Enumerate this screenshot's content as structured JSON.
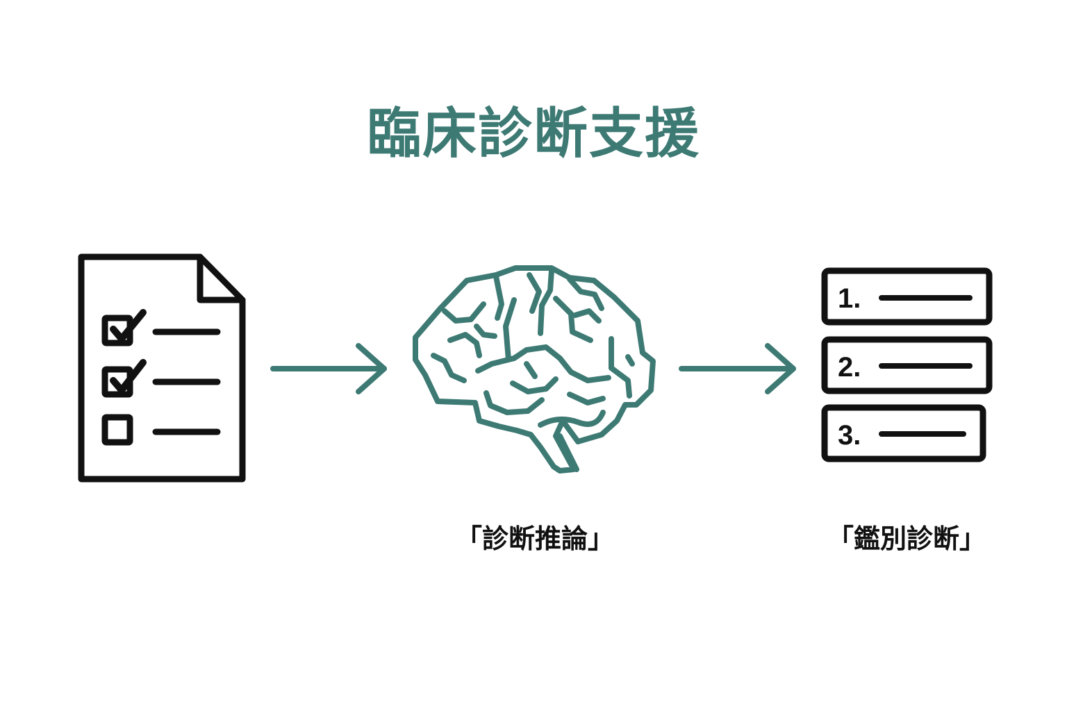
{
  "title": "臨床診断支援",
  "colors": {
    "accent": "#3e7a74",
    "ink": "#111111",
    "background": "#ffffff"
  },
  "icons": {
    "input": "checklist-document-icon",
    "process": "brain-icon",
    "output": "ranked-list-icon",
    "connector": "arrow-right-icon"
  },
  "checklist": {
    "items": [
      {
        "state": "checked"
      },
      {
        "state": "checked"
      },
      {
        "state": "unchecked"
      }
    ]
  },
  "steps": [
    {
      "caption": ""
    },
    {
      "caption": "「診断推論」"
    },
    {
      "caption": "「鑑別診断」"
    }
  ],
  "ranked_list": {
    "items": [
      {
        "number": "1."
      },
      {
        "number": "2."
      },
      {
        "number": "3."
      }
    ]
  }
}
